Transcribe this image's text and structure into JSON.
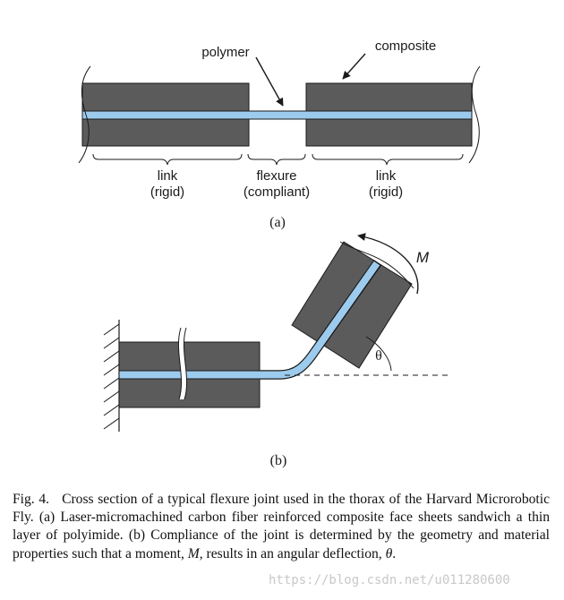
{
  "figure_a": {
    "label_polymer": "polymer",
    "label_composite": "composite",
    "label_link_left_1": "link",
    "label_link_left_2": "(rigid)",
    "label_flexure_1": "flexure",
    "label_flexure_2": "(compliant)",
    "label_link_right_1": "link",
    "label_link_right_2": "(rigid)",
    "panel_label": "(a)"
  },
  "figure_b": {
    "label_moment": "M",
    "label_theta": "θ",
    "panel_label": "(b)"
  },
  "caption": {
    "fig_label": "Fig. 4.",
    "part1": "Cross section of a typical flexure joint used in the thorax of the Harvard Microrobotic Fly. (a) Laser-micromachined carbon fiber reinforced composite face sheets sandwich a thin layer of polyimide. (b) Compliance of the joint is determined by the geometry and material properties such that a moment, ",
    "moment_symbol": "M",
    "part2": ", results in an angular deflection, ",
    "theta_symbol": "θ",
    "part3": "."
  },
  "watermark": "https://blog.csdn.net/u011280600",
  "colors": {
    "composite": "#5b5b5b",
    "polymer": "#9ccbee",
    "outline": "#1a1a1a"
  }
}
